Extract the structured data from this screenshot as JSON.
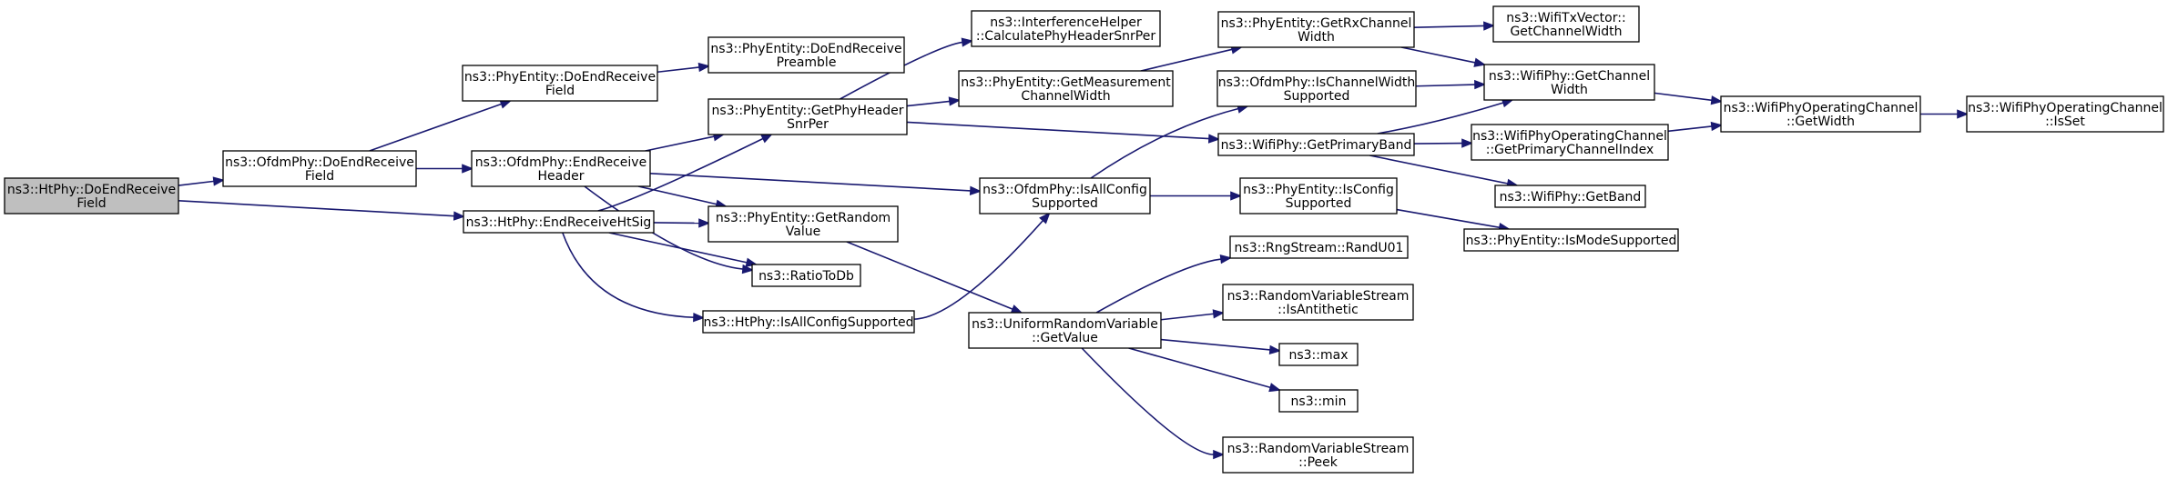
{
  "colors": {
    "edge": "#191970",
    "node_fill": "#ffffff",
    "root_fill": "#bfbfbf",
    "border": "#000000"
  },
  "nodes": [
    {
      "id": "n0",
      "lines": [
        "ns3::HtPhy::DoEndReceive",
        "Field"
      ],
      "root": true
    },
    {
      "id": "n1",
      "lines": [
        "ns3::OfdmPhy::DoEndReceive",
        "Field"
      ]
    },
    {
      "id": "n2",
      "lines": [
        "ns3::HtPhy::EndReceiveHtSig"
      ]
    },
    {
      "id": "n3",
      "lines": [
        "ns3::PhyEntity::DoEndReceive",
        "Field"
      ]
    },
    {
      "id": "n4",
      "lines": [
        "ns3::OfdmPhy::EndReceive",
        "Header"
      ]
    },
    {
      "id": "n5",
      "lines": [
        "ns3::PhyEntity::DoEndReceive",
        "Preamble"
      ]
    },
    {
      "id": "n6",
      "lines": [
        "ns3::PhyEntity::GetPhyHeader",
        "SnrPer"
      ]
    },
    {
      "id": "n7",
      "lines": [
        "ns3::PhyEntity::GetRandom",
        "Value"
      ]
    },
    {
      "id": "n8",
      "lines": [
        "ns3::RatioToDb"
      ]
    },
    {
      "id": "n9",
      "lines": [
        "ns3::HtPhy::IsAllConfigSupported"
      ]
    },
    {
      "id": "n10",
      "lines": [
        "ns3::InterferenceHelper",
        "::CalculatePhyHeaderSnrPer"
      ]
    },
    {
      "id": "n11",
      "lines": [
        "ns3::PhyEntity::GetMeasurement",
        "ChannelWidth"
      ]
    },
    {
      "id": "n12",
      "lines": [
        "ns3::OfdmPhy::IsAllConfig",
        "Supported"
      ]
    },
    {
      "id": "n13",
      "lines": [
        "ns3::UniformRandomVariable",
        "::GetValue"
      ]
    },
    {
      "id": "n14",
      "lines": [
        "ns3::PhyEntity::GetRxChannel",
        "Width"
      ]
    },
    {
      "id": "n15",
      "lines": [
        "ns3::OfdmPhy::IsChannelWidth",
        "Supported"
      ]
    },
    {
      "id": "n16",
      "lines": [
        "ns3::WifiPhy::GetPrimaryBand"
      ]
    },
    {
      "id": "n17",
      "lines": [
        "ns3::PhyEntity::IsConfig",
        "Supported"
      ]
    },
    {
      "id": "n18",
      "lines": [
        "ns3::RngStream::RandU01"
      ]
    },
    {
      "id": "n19",
      "lines": [
        "ns3::RandomVariableStream",
        "::IsAntithetic"
      ]
    },
    {
      "id": "n20",
      "lines": [
        "ns3::max"
      ]
    },
    {
      "id": "n21",
      "lines": [
        "ns3::min"
      ]
    },
    {
      "id": "n22",
      "lines": [
        "ns3::RandomVariableStream",
        "::Peek"
      ]
    },
    {
      "id": "n23",
      "lines": [
        "ns3::WifiTxVector::",
        "GetChannelWidth"
      ]
    },
    {
      "id": "n24",
      "lines": [
        "ns3::WifiPhy::GetChannel",
        "Width"
      ]
    },
    {
      "id": "n25",
      "lines": [
        "ns3::WifiPhyOperatingChannel",
        "::GetPrimaryChannelIndex"
      ]
    },
    {
      "id": "n26",
      "lines": [
        "ns3::WifiPhy::GetBand"
      ]
    },
    {
      "id": "n27",
      "lines": [
        "ns3::PhyEntity::IsModeSupported"
      ]
    },
    {
      "id": "n28",
      "lines": [
        "ns3::WifiPhyOperatingChannel",
        "::GetWidth"
      ]
    },
    {
      "id": "n29",
      "lines": [
        "ns3::WifiPhyOperatingChannel",
        "::IsSet"
      ]
    }
  ],
  "edges": [
    {
      "from": "n0",
      "to": "n1"
    },
    {
      "from": "n0",
      "to": "n2"
    },
    {
      "from": "n1",
      "to": "n3"
    },
    {
      "from": "n1",
      "to": "n4"
    },
    {
      "from": "n2",
      "to": "n6"
    },
    {
      "from": "n2",
      "to": "n7"
    },
    {
      "from": "n2",
      "to": "n8"
    },
    {
      "from": "n2",
      "to": "n9"
    },
    {
      "from": "n3",
      "to": "n5"
    },
    {
      "from": "n4",
      "to": "n6"
    },
    {
      "from": "n4",
      "to": "n7"
    },
    {
      "from": "n4",
      "to": "n8"
    },
    {
      "from": "n4",
      "to": "n12"
    },
    {
      "from": "n6",
      "to": "n10"
    },
    {
      "from": "n6",
      "to": "n11"
    },
    {
      "from": "n6",
      "to": "n16"
    },
    {
      "from": "n7",
      "to": "n13"
    },
    {
      "from": "n9",
      "to": "n12"
    },
    {
      "from": "n11",
      "to": "n14"
    },
    {
      "from": "n12",
      "to": "n15"
    },
    {
      "from": "n12",
      "to": "n17"
    },
    {
      "from": "n13",
      "to": "n18"
    },
    {
      "from": "n13",
      "to": "n19"
    },
    {
      "from": "n13",
      "to": "n20"
    },
    {
      "from": "n13",
      "to": "n21"
    },
    {
      "from": "n13",
      "to": "n22"
    },
    {
      "from": "n14",
      "to": "n23"
    },
    {
      "from": "n14",
      "to": "n24"
    },
    {
      "from": "n15",
      "to": "n24"
    },
    {
      "from": "n16",
      "to": "n24"
    },
    {
      "from": "n16",
      "to": "n25"
    },
    {
      "from": "n16",
      "to": "n26"
    },
    {
      "from": "n17",
      "to": "n27"
    },
    {
      "from": "n24",
      "to": "n28"
    },
    {
      "from": "n25",
      "to": "n28"
    },
    {
      "from": "n28",
      "to": "n29"
    }
  ]
}
